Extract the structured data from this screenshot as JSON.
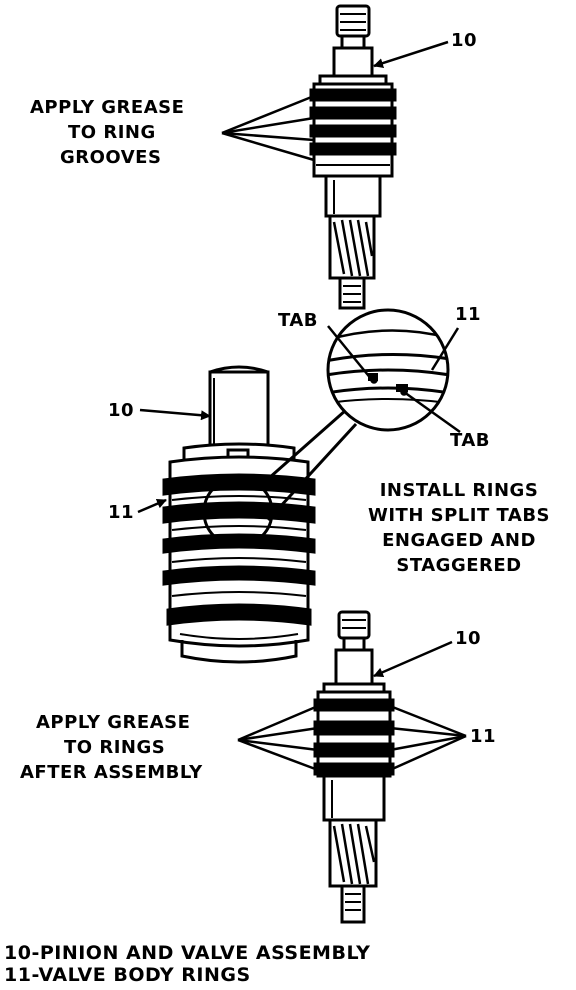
{
  "top": {
    "callout_10": "10",
    "note": [
      "APPLY GREASE",
      "TO RING",
      "GROOVES"
    ]
  },
  "detail": {
    "tab_left": "TAB",
    "callout_11": "11",
    "tab_right": "TAB"
  },
  "middle": {
    "callout_10": "10",
    "callout_11": "11",
    "note": [
      "INSTALL RINGS",
      "WITH SPLIT TABS",
      "ENGAGED AND",
      "STAGGERED"
    ]
  },
  "bottom": {
    "callout_10": "10",
    "callout_11": "11",
    "note": [
      "APPLY GREASE",
      "TO RINGS",
      "AFTER ASSEMBLY"
    ]
  },
  "legend": [
    "10-PINION AND VALVE ASSEMBLY",
    "11-VALVE BODY RINGS"
  ]
}
